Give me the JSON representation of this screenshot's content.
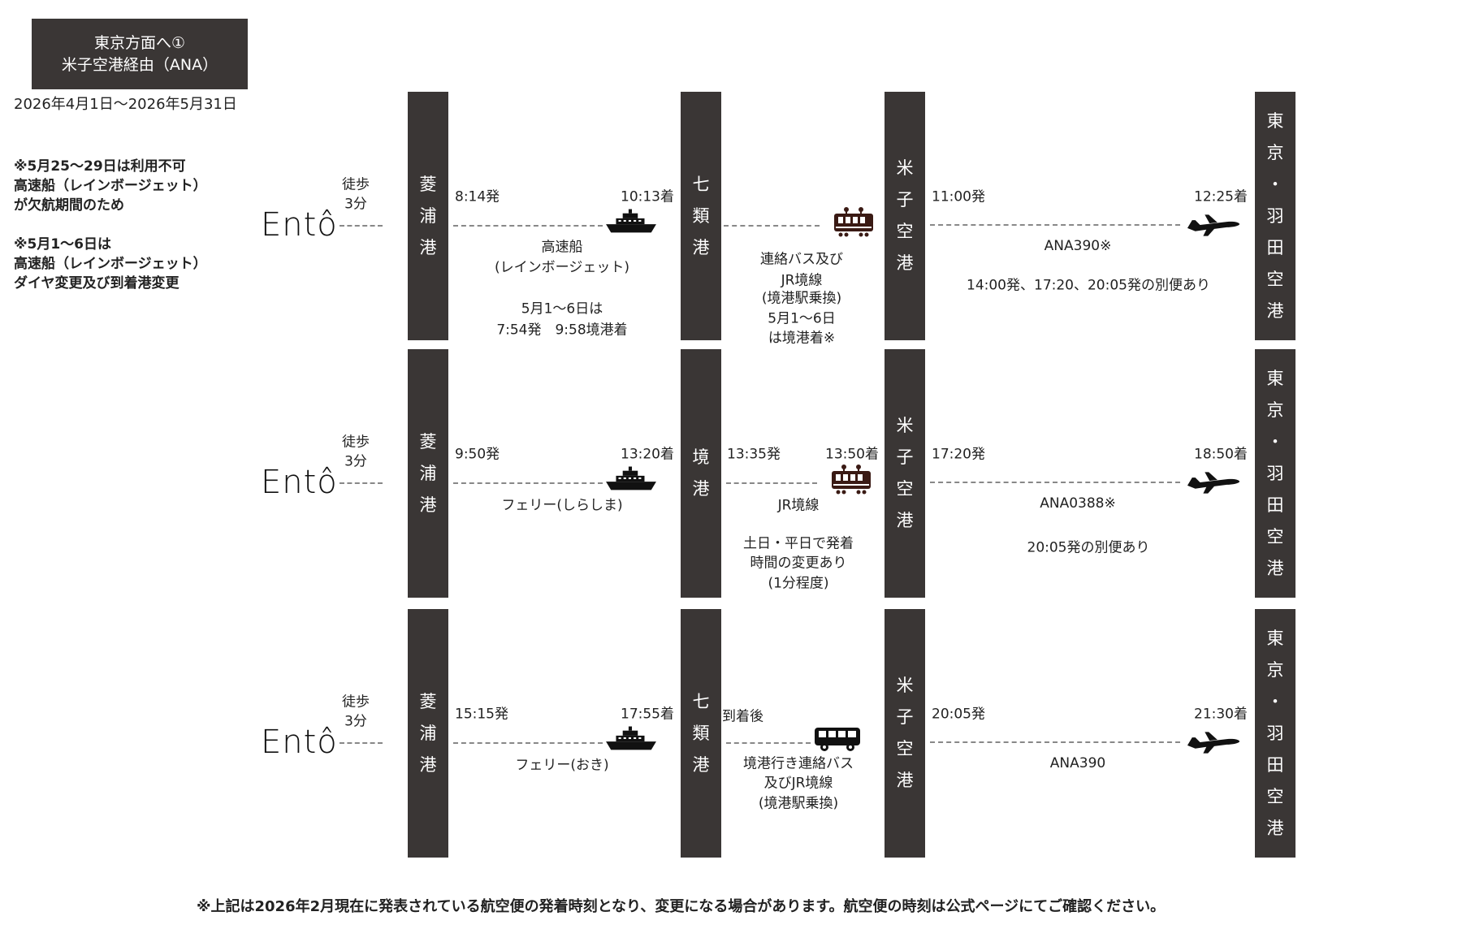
{
  "header": {
    "title_line1": "東京方面へ①",
    "title_line2": "米子空港経由（ANA）",
    "period": "2026年4月1日～2026年5月31日"
  },
  "notes": {
    "note1": [
      "※5月25～29日は利用不可",
      "高速船（レインボージェット）",
      "が欠航期間のため"
    ],
    "note2": [
      "※5月1～6日は",
      "高速船（レインボージェット）",
      "ダイヤ変更及び到着港変更"
    ]
  },
  "rows": [
    {
      "origin_logo": "Entô",
      "walk": [
        "徒歩",
        "3分"
      ],
      "port1": [
        "菱",
        "浦",
        "港"
      ],
      "ship_dep": "8:14発",
      "ship_arr": "10:13着",
      "ship_name": [
        "高速船",
        "(レインボージェット)"
      ],
      "ship_note": [
        "5月1～6日は",
        "7:54発　9:58境港着"
      ],
      "port2": [
        "七",
        "類",
        "港"
      ],
      "transfer": [
        "連絡バス及び",
        "JR境線",
        "(境港駅乗換)",
        "5月1～6日",
        "は境港着※"
      ],
      "port3": [
        "米",
        "子",
        "空",
        "港"
      ],
      "flight_dep": "11:00発",
      "flight_arr": "12:25着",
      "flight_no": "ANA390※",
      "flight_note": "14:00発、17:20、20:05発の別便あり",
      "dest": [
        "東",
        "京",
        "・",
        "羽",
        "田",
        "空",
        "港"
      ]
    },
    {
      "origin_logo": "Entô",
      "walk": [
        "徒歩",
        "3分"
      ],
      "port1": [
        "菱",
        "浦",
        "港"
      ],
      "ship_dep": "9:50発",
      "ship_arr": "13:20着",
      "ship_name": [
        "フェリー(しらしま)"
      ],
      "port2": [
        "境",
        "港"
      ],
      "train_dep": "13:35発",
      "train_arr": "13:50着",
      "transfer": [
        "JR境線"
      ],
      "transfer_note": [
        "土日・平日で発着",
        "時間の変更あり",
        "(1分程度)"
      ],
      "port3": [
        "米",
        "子",
        "空",
        "港"
      ],
      "flight_dep": "17:20発",
      "flight_arr": "18:50着",
      "flight_no": "ANA0388※",
      "flight_note": "20:05発の別便あり",
      "dest": [
        "東",
        "京",
        "・",
        "羽",
        "田",
        "空",
        "港"
      ]
    },
    {
      "origin_logo": "Entô",
      "walk": [
        "徒歩",
        "3分"
      ],
      "port1": [
        "菱",
        "浦",
        "港"
      ],
      "ship_dep": "15:15発",
      "ship_arr": "17:55着",
      "ship_name": [
        "フェリー(おき)"
      ],
      "port2": [
        "七",
        "類",
        "港"
      ],
      "after_arrival": "到着後",
      "transfer": [
        "境港行き連絡バス",
        "及びJR境線",
        "(境港駅乗換)"
      ],
      "port3": [
        "米",
        "子",
        "空",
        "港"
      ],
      "flight_dep": "20:05発",
      "flight_arr": "21:30着",
      "flight_no": "ANA390",
      "dest": [
        "東",
        "京",
        "・",
        "羽",
        "田",
        "空",
        "港"
      ]
    }
  ],
  "footer": "※上記は2026年2月現在に発表されている航空便の発着時刻となり、変更になる場合があります。航空便の時刻は公式ページにてご確認ください。",
  "colors": {
    "bar": "#3a3635",
    "text": "#222222",
    "dash": "#888888"
  }
}
